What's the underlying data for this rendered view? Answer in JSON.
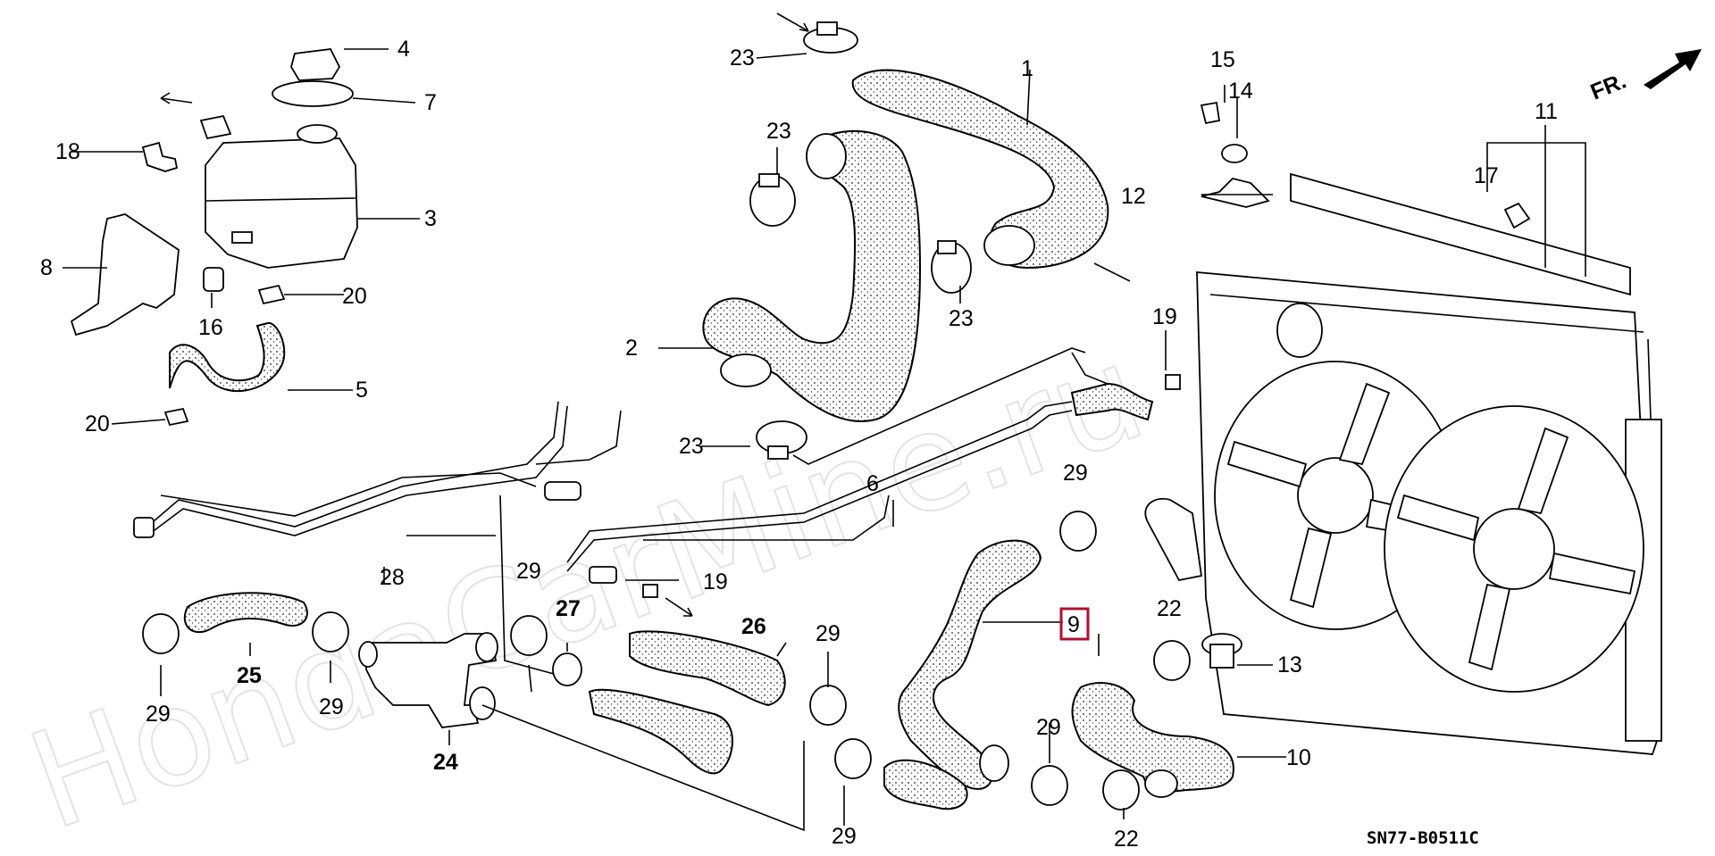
{
  "watermark": "HondaCarMine.ru",
  "diagram_code": "SN77-B0511C",
  "front_marker": "FR.",
  "highlight_color": "#b01030",
  "labels": {
    "n1": "1",
    "n2": "2",
    "n3": "3",
    "n4": "4",
    "n5": "5",
    "n6": "6",
    "n7": "7",
    "n8": "8",
    "n9": "9",
    "n10": "10",
    "n11": "11",
    "n12": "12",
    "n13": "13",
    "n14": "14",
    "n15": "15",
    "n16": "16",
    "n17": "17",
    "n18": "18",
    "n19": "19",
    "n20": "20",
    "n22": "22",
    "n23": "23",
    "n24": "24",
    "n25": "25",
    "n26": "26",
    "n27": "27",
    "n28": "28",
    "n29": "29"
  }
}
